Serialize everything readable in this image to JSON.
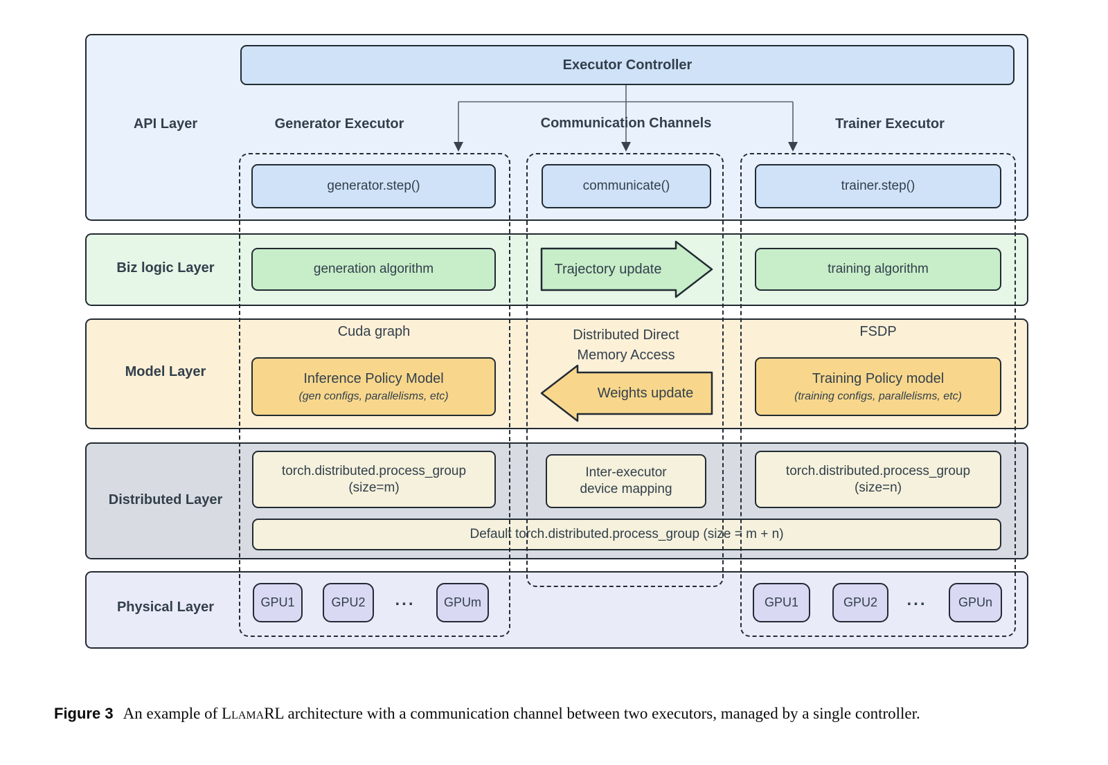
{
  "colors": {
    "api_band": "#e9f1fc",
    "api_box": "#cfe2f8",
    "biz_band": "#e6f6e7",
    "biz_box": "#c8eec9",
    "model_band": "#fcf0d7",
    "model_box": "#f8d78c",
    "dist_band": "#d8dce2",
    "dist_box": "#f5f1dc",
    "phys_band": "#eaebf8",
    "phys_box": "#d9d9f3",
    "border": "#222a33",
    "text": "#323f4b",
    "connector": "#5a646e"
  },
  "api_layer": {
    "label": "API Layer",
    "controller": "Executor Controller",
    "generator_header": "Generator Executor",
    "communication_header": "Communication Channels",
    "trainer_header": "Trainer Executor",
    "generator_box": "generator.step()",
    "communication_box": "communicate()",
    "trainer_box": "trainer.step()"
  },
  "biz_layer": {
    "label": "Biz logic Layer",
    "generator_box": "generation algorithm",
    "arrow_label": "Trajectory update",
    "trainer_box": "training algorithm"
  },
  "model_layer": {
    "label": "Model Layer",
    "generator_caption": "Cuda graph",
    "generator_box_title": "Inference Policy Model",
    "generator_box_subtitle": "(gen configs, parallelisms, etc)",
    "channel_caption_line1": "Distributed Direct",
    "channel_caption_line2": "Memory Access",
    "arrow_label": "Weights update",
    "trainer_caption": "FSDP",
    "trainer_box_title": "Training Policy model",
    "trainer_box_subtitle": "(training configs, parallelisms, etc)"
  },
  "distributed_layer": {
    "label": "Distributed Layer",
    "generator_box_line1": "torch.distributed.process_group",
    "generator_box_line2": "(size=m)",
    "channel_box_line1": "Inter-executor",
    "channel_box_line2": "device mapping",
    "trainer_box_line1": "torch.distributed.process_group",
    "trainer_box_line2": "(size=n)",
    "default_box": "Default torch.distributed.process_group (size = m + n)"
  },
  "physical_layer": {
    "label": "Physical Layer",
    "generator_gpus": [
      "GPU1",
      "GPU2",
      "GPUm"
    ],
    "trainer_gpus": [
      "GPU1",
      "GPU2",
      "GPUn"
    ],
    "ellipsis": "..."
  },
  "caption": {
    "label": "Figure 3",
    "before": "An example of ",
    "brand_initial": "L",
    "brand_smallcaps": "lama",
    "brand_suffix": "RL",
    "after": " architecture with a communication channel between two executors, managed by a single controller."
  }
}
